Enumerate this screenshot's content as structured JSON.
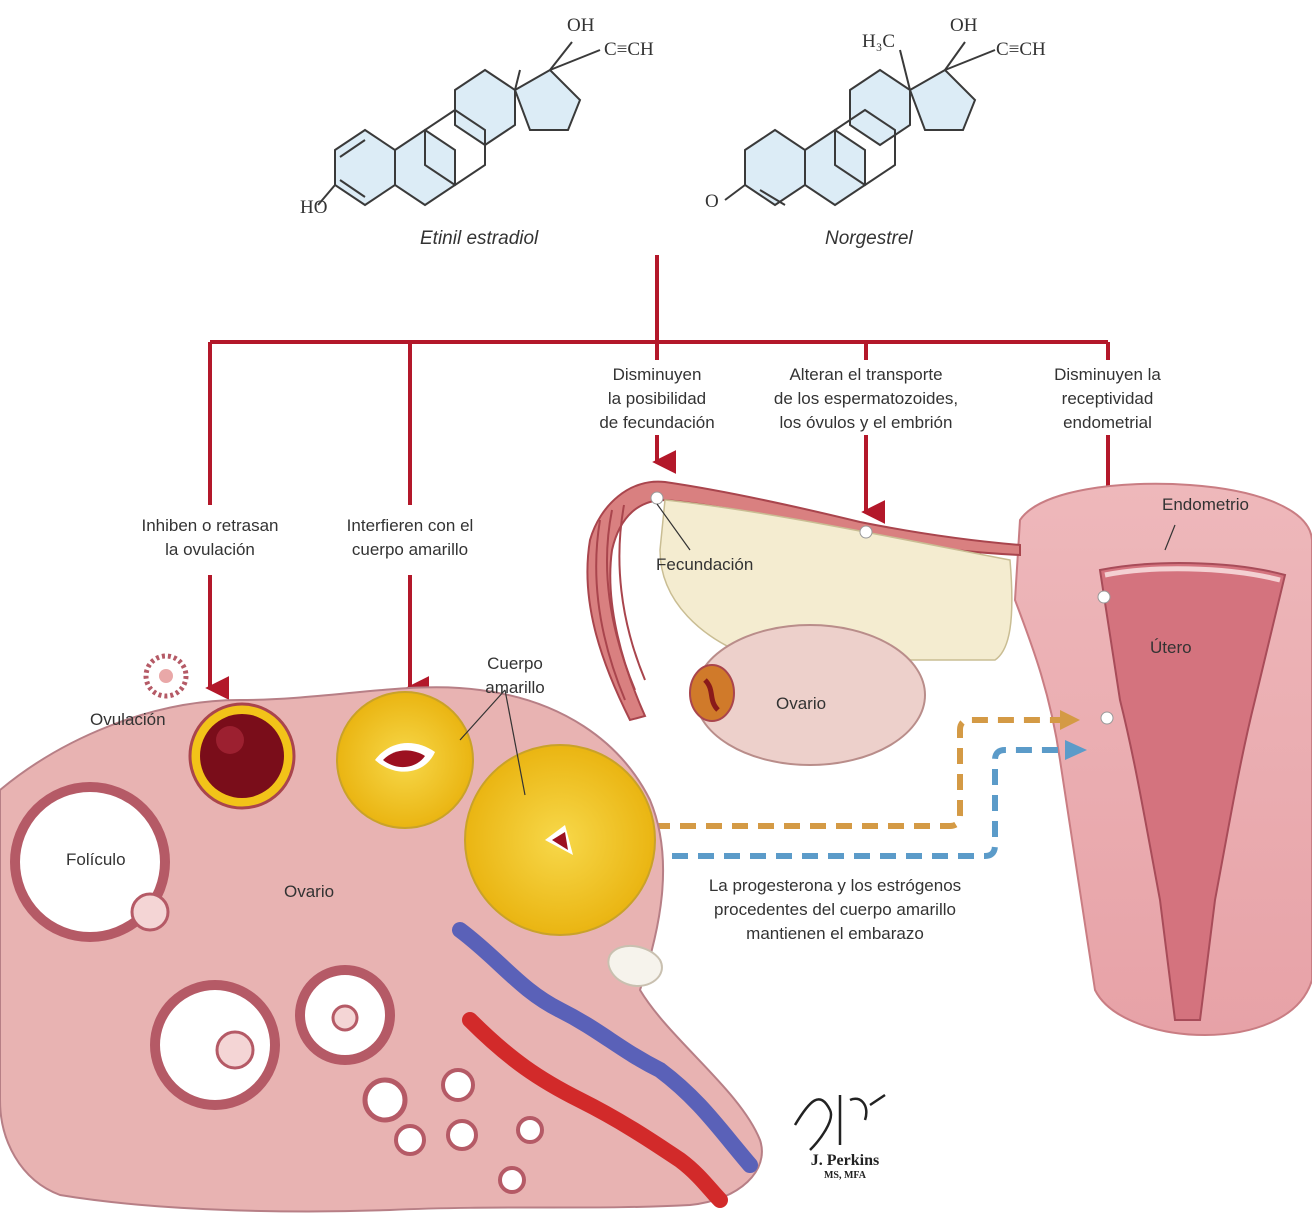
{
  "molecules": {
    "etinil": {
      "name": "Etinil estradiol",
      "oh": "OH",
      "alkyne": "C≡CH",
      "ho": "HO"
    },
    "norgestrel": {
      "name": "Norgestrel",
      "methyl": "H₃C",
      "oh": "OH",
      "alkyne": "C≡CH",
      "ketone": "O"
    }
  },
  "effects": [
    {
      "id": "ovulation",
      "lines": [
        "Inhiben o retrasan",
        "la ovulación"
      ]
    },
    {
      "id": "corpus",
      "lines": [
        "Interfieren con el",
        "cuerpo amarillo"
      ]
    },
    {
      "id": "fertilization",
      "lines": [
        "Disminuyen",
        "la posibilidad",
        "de fecundación"
      ]
    },
    {
      "id": "transport",
      "lines": [
        "Alteran el transporte",
        "de los espermatozoides,",
        "los óvulos y el embrión"
      ]
    },
    {
      "id": "endometrium",
      "lines": [
        "Disminuyen la",
        "receptividad",
        "endometrial"
      ]
    }
  ],
  "anatomy": {
    "endometrio": "Endometrio",
    "fecundacion": "Fecundación",
    "utero": "Útero",
    "ovario_right": "Ovario",
    "ovario_left": "Ovario",
    "ovulacion": "Ovulación",
    "cuerpo_amarillo": [
      "Cuerpo",
      "amarillo"
    ],
    "foliculo": "Folículo"
  },
  "hormone_note": [
    "La progesterona y los estrógenos",
    "procedentes del cuerpo amarillo",
    "mantienen el embarazo"
  ],
  "signature": {
    "artist": "J. Perkins",
    "credentials": "MS, MFA"
  },
  "colors": {
    "arrow": "#b3182a",
    "progesterone_path": "#d49a45",
    "estrogen_path": "#5b9bc9",
    "uterus": "#e6a1a6",
    "ovary": "#e8b3b2",
    "corpus_luteum": "#f2c319"
  }
}
